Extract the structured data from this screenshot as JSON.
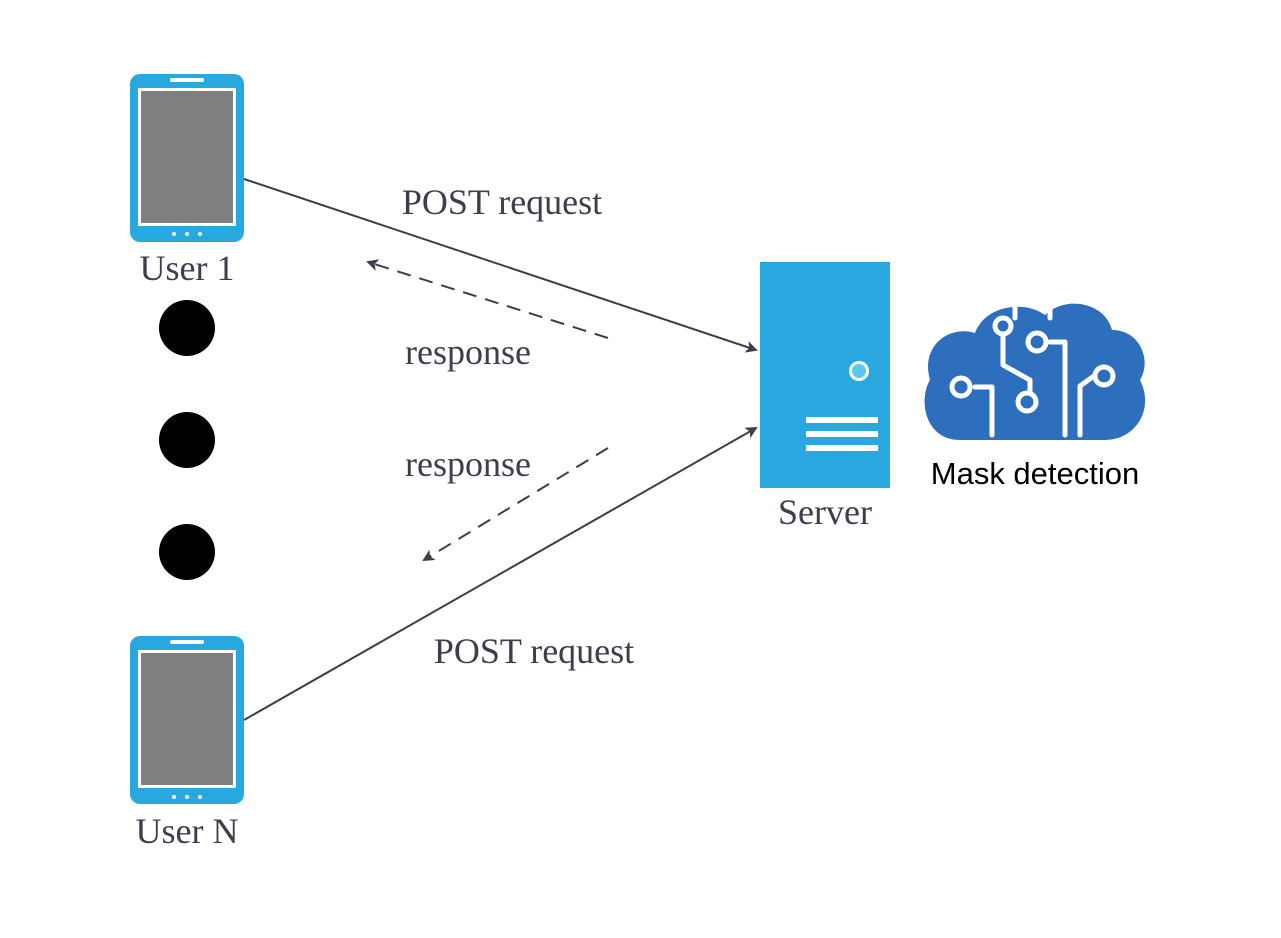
{
  "labels": {
    "user_top": "User 1",
    "user_bottom": "User N",
    "server": "Server",
    "ai_service": "Mask detection",
    "post_request_top": "POST request",
    "response_top": "response",
    "response_bottom": "response",
    "post_request_bottom": "POST request"
  },
  "icons": {
    "device": "tablet-icon",
    "server": "server-icon",
    "ai": "cloud-brain-circuit-icon",
    "ellipsis": "ellipsis-dots"
  },
  "colors": {
    "device_frame": "#29a8e0",
    "device_screen": "#7f7f7f",
    "server": "#29a8e0",
    "cloud": "#2e6fbd",
    "arrow": "#3a3f4b",
    "dots": "#000000",
    "label_text": "#3a3f4b"
  }
}
